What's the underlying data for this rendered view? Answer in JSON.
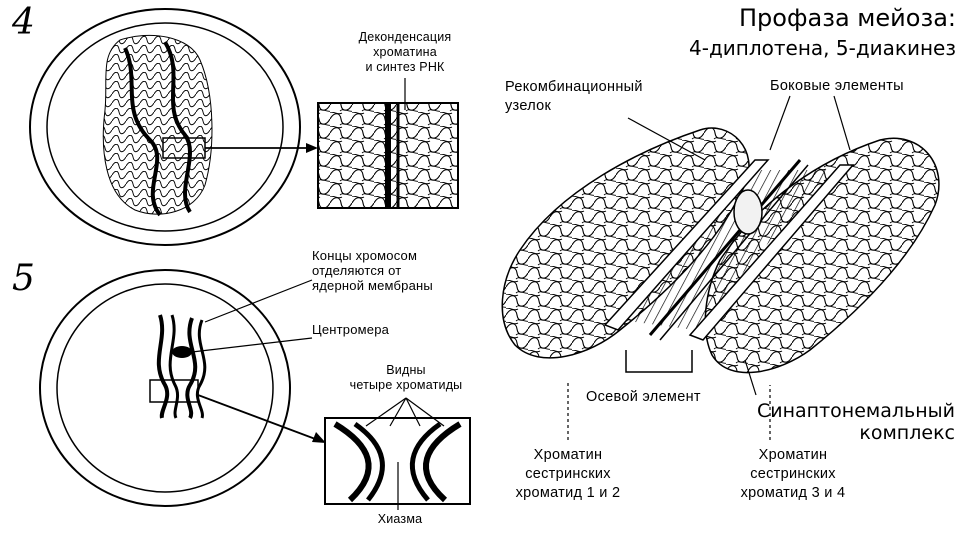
{
  "title": "Профаза мейоза:",
  "subtitle": "4-диплотена, 5-диакинез",
  "stage_4_number": "4",
  "stage_5_number": "5",
  "panel_4": {
    "callout": "Деконденсация\nхроматина\nи синтез РНК"
  },
  "panel_5": {
    "callout_ends": "Концы хромосом\nотделяются от\nядерной мембраны",
    "callout_centromere": "Центромера",
    "callout_chromatids": "Видны\nчетыре хроматиды",
    "callout_chiasma": "Хиазма"
  },
  "synaptonemal": {
    "recomb_nodule": "Рекомбинационный\nузелок",
    "lateral_elements": "Боковые элементы",
    "axial_element": "Осевой элемент",
    "complex_label": "Синаптонемальный\nкомплекс",
    "chromatin_1_2": "Хроматин\nсестринских\nхроматид 1 и 2",
    "chromatin_3_4": "Хроматин\nсестринских\nхроматид 3 и 4"
  }
}
